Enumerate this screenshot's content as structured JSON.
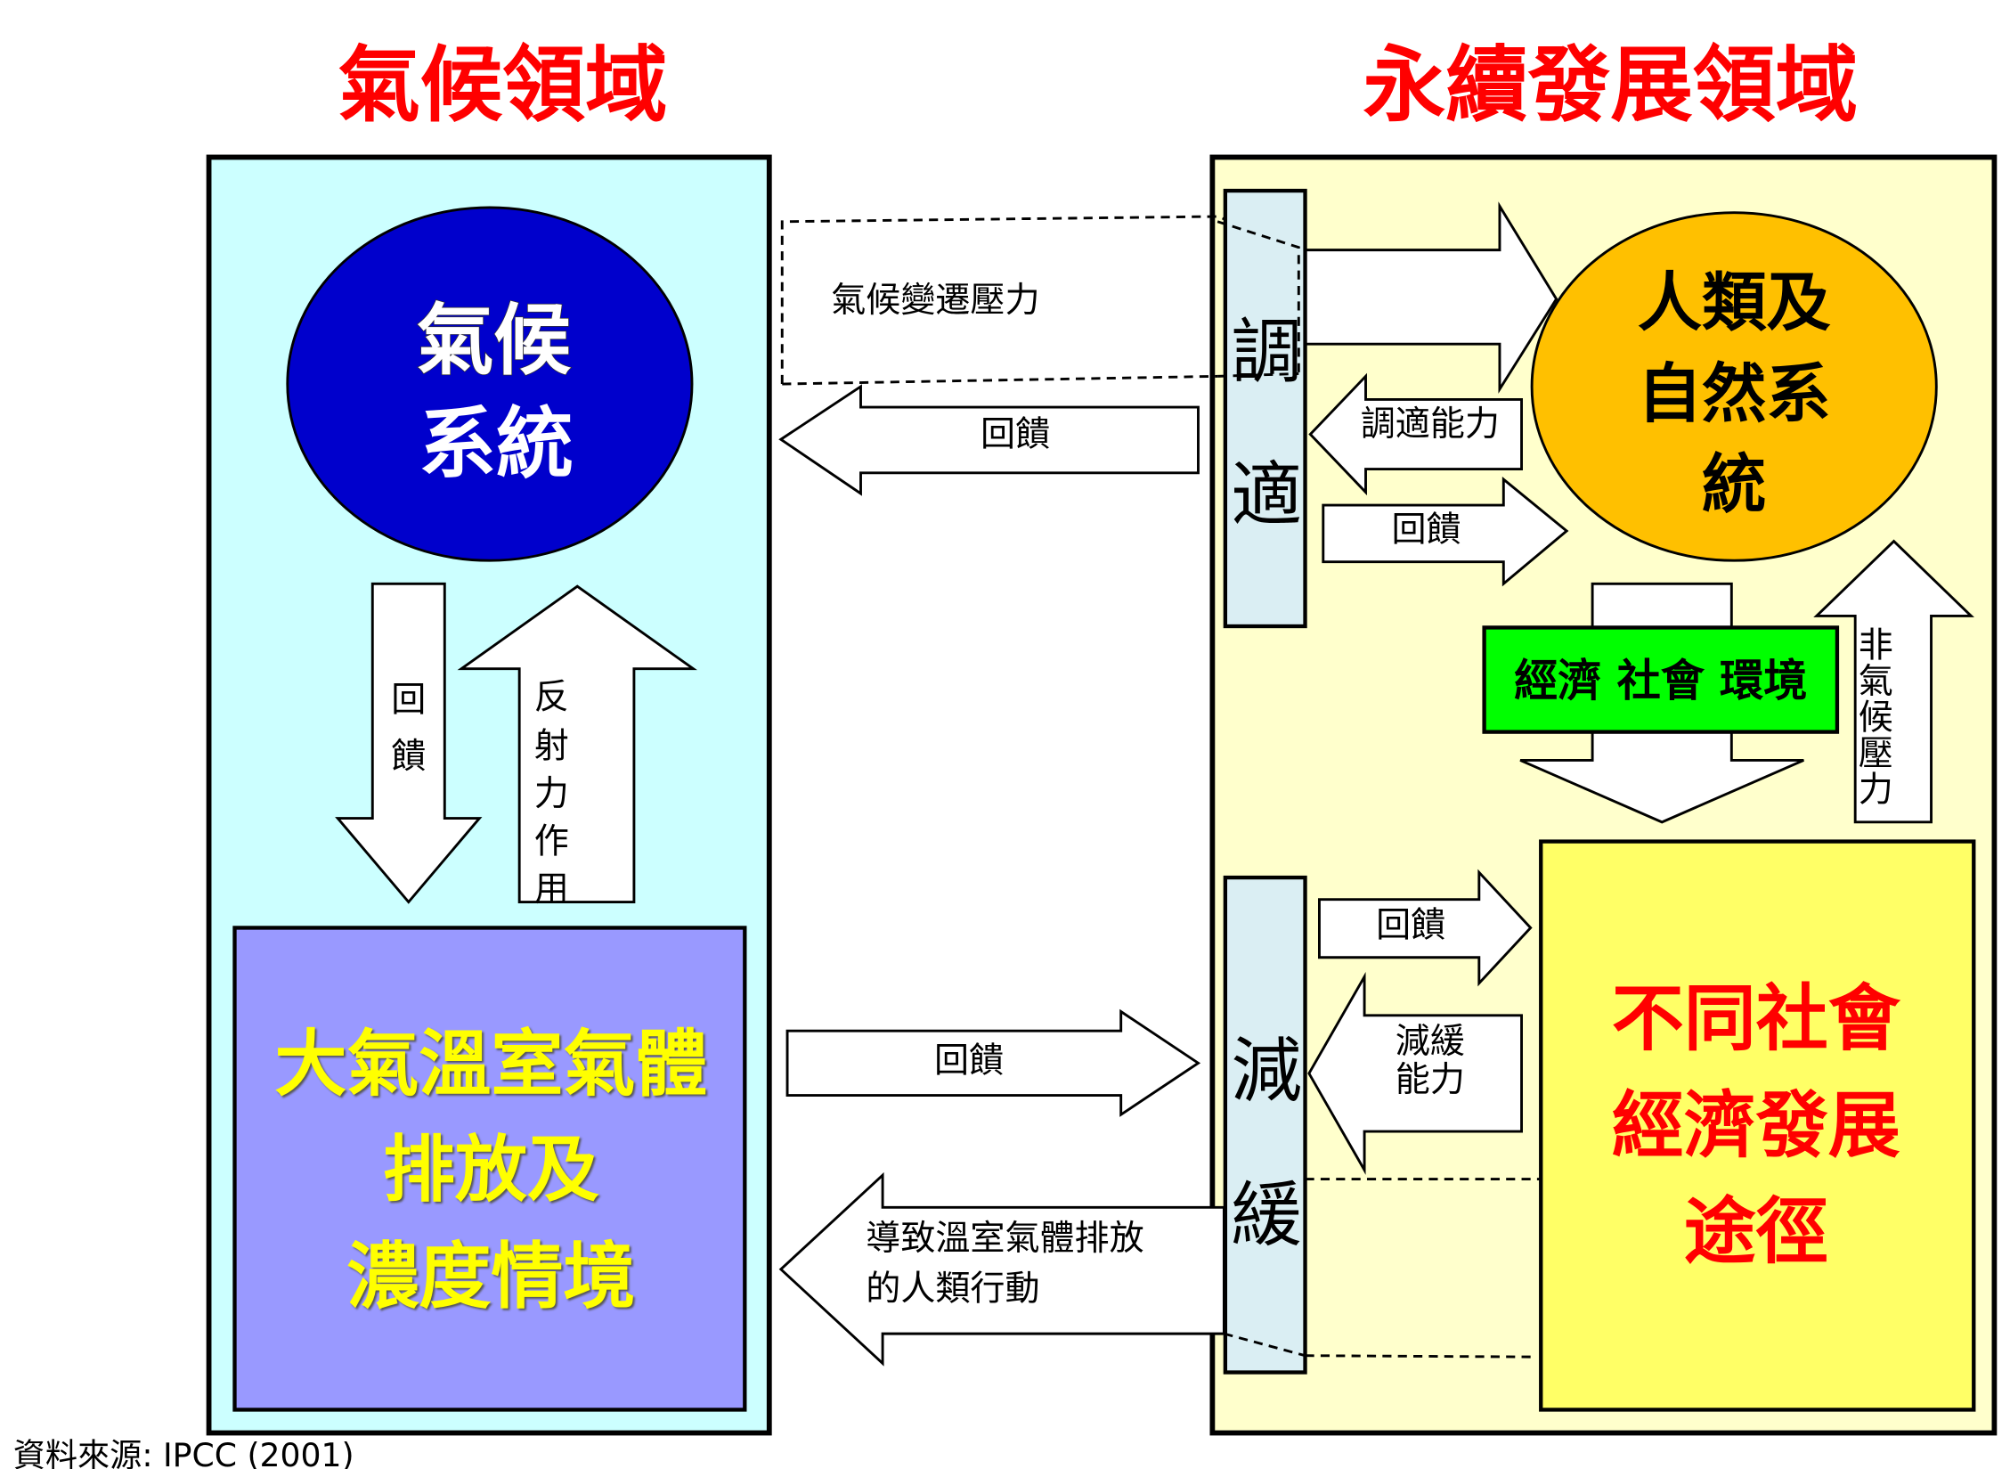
{
  "titles": {
    "climate_domain": "氣候領域",
    "sustainable_domain": "永續發展領域"
  },
  "climate_system": {
    "line1": "氣候",
    "line2": "系統"
  },
  "emissions": {
    "line1": "大氣溫室氣體",
    "line2": "排放及",
    "line3": "濃度情境"
  },
  "left_arrows": {
    "feedback_down": [
      "回",
      "饋"
    ],
    "radiative_forcing": [
      "反",
      "射",
      "力",
      "作",
      "用"
    ]
  },
  "middle": {
    "climate_change_pressure": "氣候變遷壓力",
    "feedback_left": "回饋",
    "feedback_right": "回饋",
    "human_actions_line1": "導致溫室氣體排放",
    "human_actions_line2": "的人類行動"
  },
  "adaptation": {
    "chars": [
      "調",
      "適"
    ],
    "capacity": "調適能力",
    "feedback": "回饋"
  },
  "mitigation": {
    "chars": [
      "減",
      "緩"
    ],
    "capacity_line1": "減緩",
    "capacity_line2": "能力",
    "feedback": "回饋"
  },
  "human_natural": {
    "line1": "人類及",
    "line2": "自然系",
    "line3": "統"
  },
  "socio_env": "經濟 社會 環境",
  "non_climate_pressure": [
    "非",
    "氣",
    "候",
    "壓",
    "力"
  ],
  "development_paths": {
    "line1": "不同社會",
    "line2": "經濟發展",
    "line3": "途徑"
  },
  "source": "資料來源: IPCC (2001)",
  "colors": {
    "climate_bg": "#CCFFFF",
    "sustainable_bg": "#FFFFCC",
    "climate_circle": "#0000CC",
    "emissions_box": "#9999FF",
    "human_circle": "#FFC000",
    "socio_box": "#00FF00",
    "paths_box": "#FFFF66",
    "column": "#DAEEF3",
    "title_red": "#FF0000"
  }
}
